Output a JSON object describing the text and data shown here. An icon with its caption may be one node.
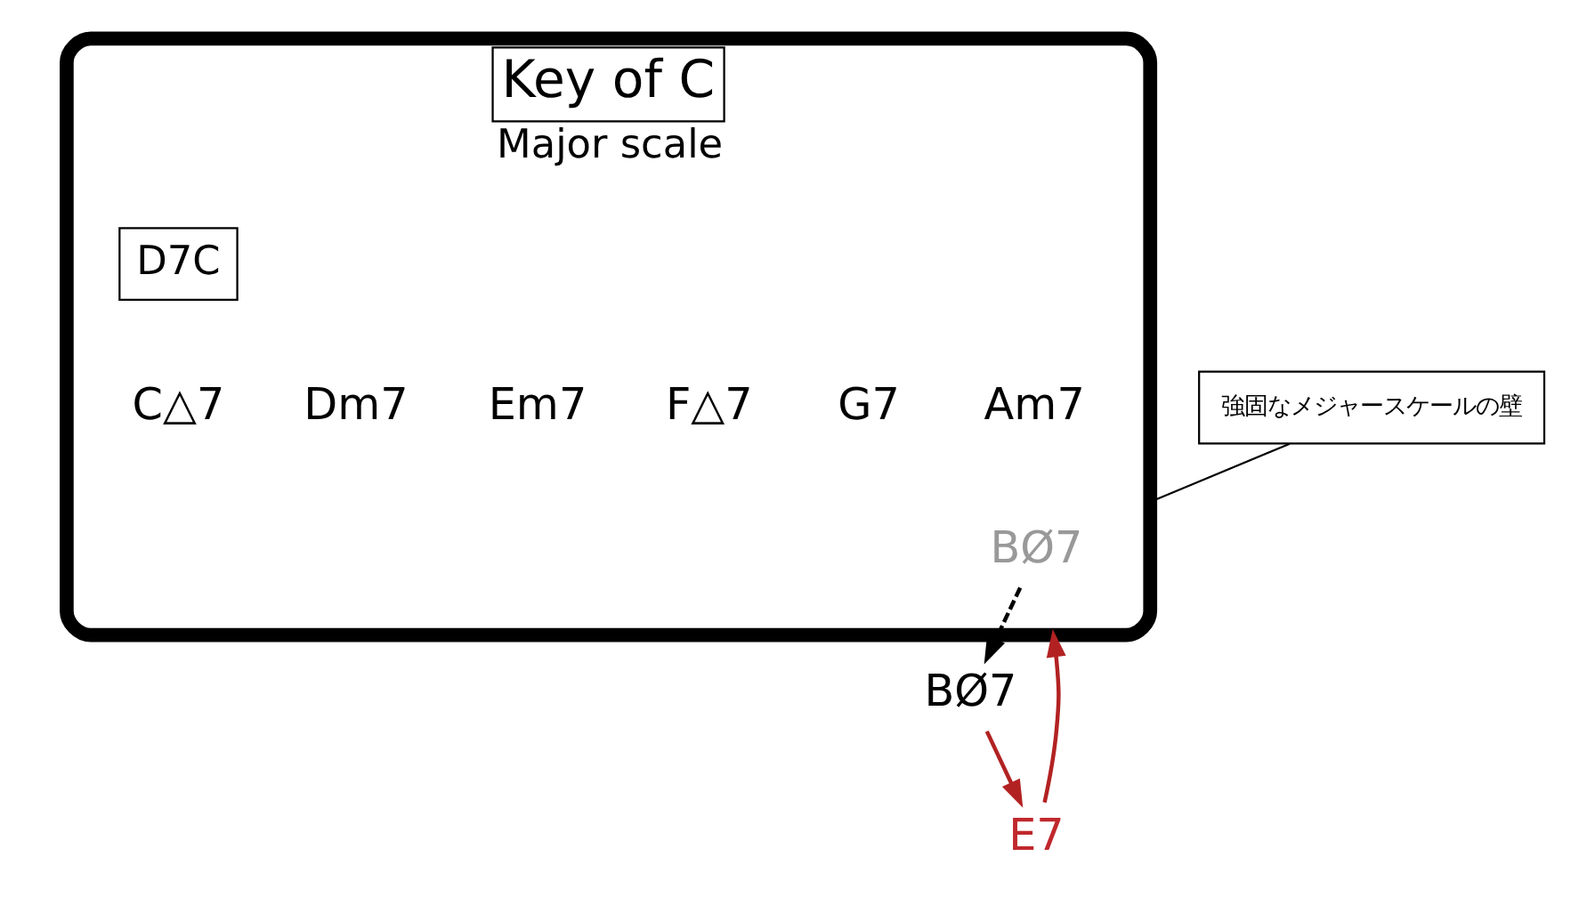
{
  "diagram": {
    "nodes": [
      {
        "text": [
          "Key of C",
          "Major scale"
        ]
      },
      {
        "text": [
          "D7C"
        ],
        "in": 0
      },
      {
        "text": [
          "BØ7"
        ],
        "in": 0
      },
      {
        "text": [
          "BØ7"
        ]
      },
      {
        "text": [
          "E7"
        ]
      },
      {
        "text": [
          "強固なメジャースケールの壁"
        ]
      }
    ],
    "edges": [
      {
        "from": 2,
        "to": 3,
        "arrow": "to",
        "style": "dashed"
      },
      {
        "from": 3,
        "to": 4,
        "arrow": "to",
        "color": "#b22222"
      },
      {
        "from": 4,
        "to": 0,
        "arrow": "to",
        "color": "#b22222"
      },
      {
        "from": 5,
        "to": 0,
        "arrow": "none"
      }
    ],
    "labels": [
      "C△7",
      "Dm7",
      "Em7",
      "F△7",
      "G7",
      "Am7"
    ]
  }
}
